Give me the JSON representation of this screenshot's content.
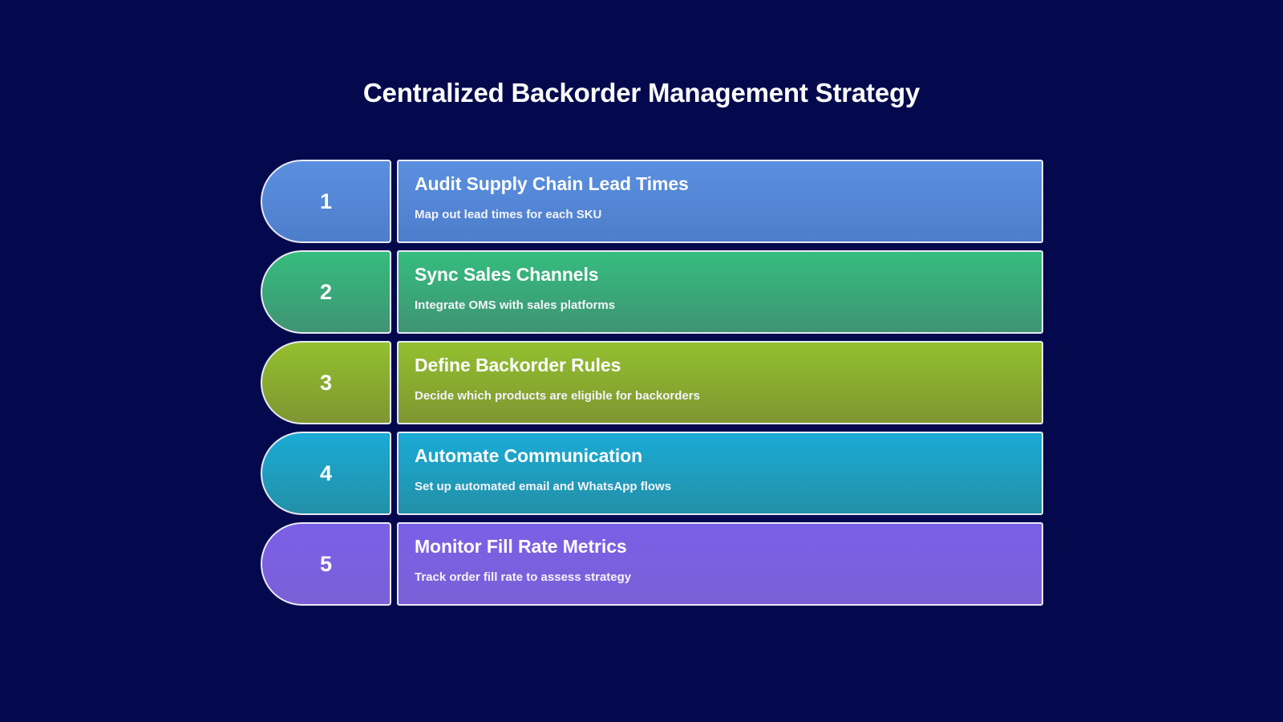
{
  "background_color": "#04094d",
  "title": "Centralized Backorder Management Strategy",
  "border_color": "#e8eaf6",
  "steps": [
    {
      "number": "1",
      "title": "Audit Supply Chain Lead Times",
      "subtitle": "Map out lead times for each SKU",
      "color_top": "#5b8fe0",
      "color_bottom": "#4d7ecb"
    },
    {
      "number": "2",
      "title": "Sync Sales Channels",
      "subtitle": "Integrate OMS with sales platforms",
      "color_top": "#35bd7e",
      "color_bottom": "#3f9474"
    },
    {
      "number": "3",
      "title": "Define Backorder Rules",
      "subtitle": "Decide which products are eligible for backorders",
      "color_top": "#93c02f",
      "color_bottom": "#7f9631"
    },
    {
      "number": "4",
      "title": "Automate Communication",
      "subtitle": "Set up automated email and WhatsApp flows",
      "color_top": "#1aabd6",
      "color_bottom": "#2390a8"
    },
    {
      "number": "5",
      "title": "Monitor Fill Rate Metrics",
      "subtitle": "Track order fill rate to assess strategy",
      "color_top": "#7b5fe6",
      "color_bottom": "#7b60d8"
    }
  ]
}
